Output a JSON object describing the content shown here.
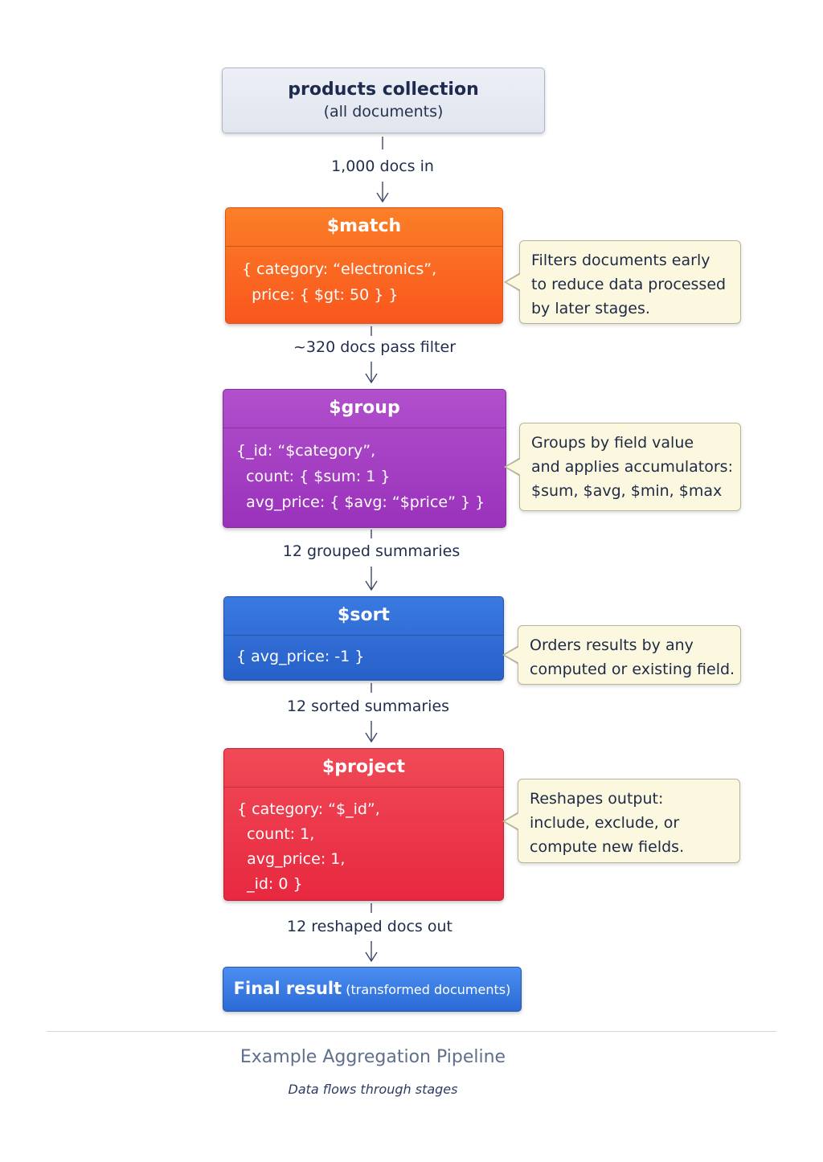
{
  "source": {
    "title": "products collection",
    "subtitle": "(all documents)"
  },
  "flows": [
    "1,000 docs in",
    "~320 docs pass filter",
    "12 grouped summaries",
    "12 sorted summaries",
    "12 reshaped docs out"
  ],
  "stages": [
    {
      "title": "$match",
      "code": [
        "{ category: “electronics”,",
        "  price: { $gt: 50 } }"
      ],
      "note": [
        "Filters documents early",
        "to reduce data processed",
        "by later stages."
      ]
    },
    {
      "title": "$group",
      "code": [
        "{_id: “$category”,",
        "  count: { $sum: 1 }",
        "  avg_price: { $avg: “$price” } }"
      ],
      "note": [
        "Groups by field value",
        "and applies accumulators:",
        "$sum, $avg, $min, $max"
      ]
    },
    {
      "title": "$sort",
      "code": [
        "{ avg_price: -1 }"
      ],
      "note": [
        "Orders results by any",
        "computed or existing field."
      ]
    },
    {
      "title": "$project",
      "code": [
        "{ category: “$_id”,",
        "  count: 1,",
        "  avg_price: 1,",
        "  _id: 0 }"
      ],
      "note": [
        "Reshapes output:",
        "include, exclude, or",
        "compute new fields."
      ]
    }
  ],
  "result": {
    "main": "Final result",
    "detail": "(transformed documents)"
  },
  "footer": {
    "title": "Example Aggregation Pipeline",
    "subtitle": "Data flows through stages"
  },
  "colors": {
    "match": "#f9661f",
    "group": "#a43ec3",
    "sort": "#2f6dd6",
    "project": "#ec3546",
    "result": "#3a7ce4",
    "callout": "#fbf8df",
    "connector": "#3d4766"
  }
}
